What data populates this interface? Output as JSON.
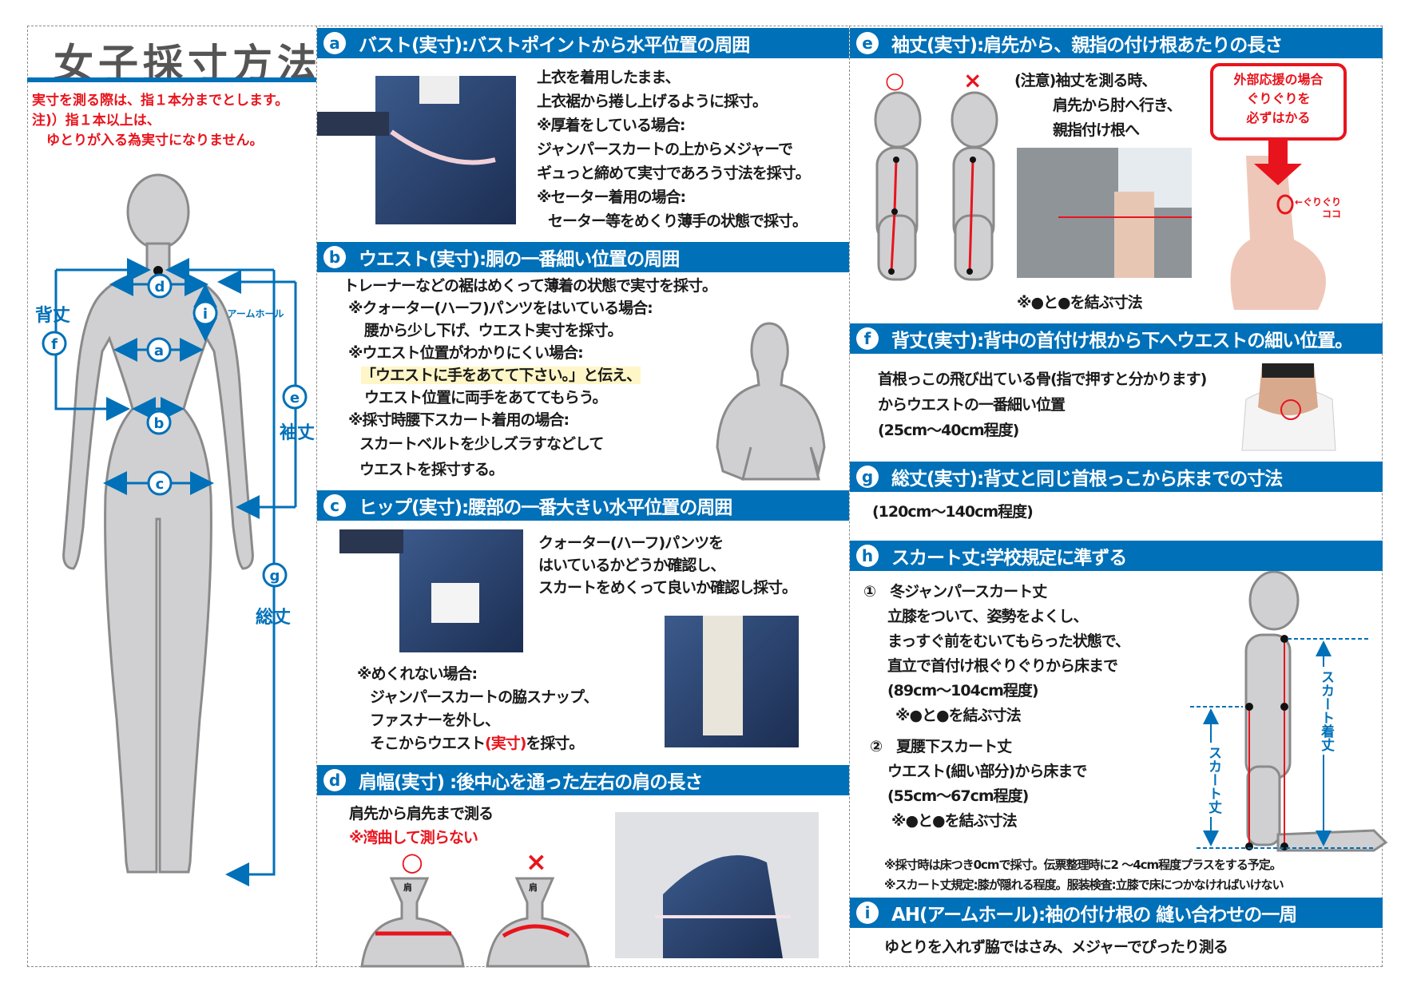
{
  "title": "女子採寸方法",
  "notice": [
    "実寸を測る際は、指１本分までとします。",
    "注)）指１本以上は、",
    "ゆとりが入る為実寸になりません。"
  ],
  "figure_labels": {
    "a": "a",
    "b": "b",
    "c": "c",
    "d": "d",
    "e": "e",
    "f": "f",
    "g": "g",
    "i": "i",
    "armhole": "アームホール",
    "back_length": "背丈",
    "sleeve_length": "袖丈",
    "total_length": "総丈"
  },
  "colors": {
    "accent": "#0070b8",
    "warning": "#e8141d",
    "figure": "#d0d0d2"
  },
  "sections": {
    "a": {
      "badge": "a",
      "title": "バスト(実寸):バストポイントから水平位置の周囲",
      "lines": [
        "上衣を着用したまま、",
        "上衣裾から捲し上げるように採寸。",
        "※厚着をしている場合:",
        "ジャンパースカートの上からメジャーで",
        "ギュっと締めて実寸であろう寸法を採寸。",
        "※セーター着用の場合:",
        "セーター等をめくり薄手の状態で採寸。"
      ]
    },
    "b": {
      "badge": "b",
      "title": "ウエスト(実寸):胴の一番細い位置の周囲",
      "lines": [
        "トレーナーなどの裾はめくって薄着の状態で実寸を採寸。",
        "※クォーター(ハーフ)パンツをはいている場合:",
        "腰から少し下げ、ウエスト実寸を採寸。",
        "※ウエスト位置がわかりにくい場合:",
        "「ウエストに手をあてて下さい。」と伝え、",
        "ウエスト位置に両手をあててもらう。",
        "※採寸時腰下スカート着用の場合:",
        "スカートベルトを少しズラすなどして",
        "ウエストを採寸する。"
      ]
    },
    "c": {
      "badge": "c",
      "title": "ヒップ(実寸):腰部の一番大きい水平位置の周囲",
      "lines": [
        "クォーター(ハーフ)パンツを",
        "はいているかどうか確認し、",
        "スカートをめくって良いか確認し採寸。"
      ],
      "lines2": [
        "※めくれない場合:",
        "ジャンパースカートの脇スナップ、",
        "ファスナーを外し、",
        "そこからウエスト"
      ],
      "emph": "(実寸)",
      "after_emph": "を採寸。"
    },
    "d": {
      "badge": "d",
      "title": "肩幅(実寸) :後中心を通った左右の肩の長さ",
      "line": "肩先から肩先まで測る",
      "warning": "※湾曲して測らない",
      "ok_mark": "○",
      "ng_mark": "×",
      "neck_label": "肩"
    },
    "e": {
      "badge": "e",
      "title": "袖丈(実寸):肩先から、親指の付け根あたりの長さ",
      "lines": [
        "(注意)袖丈を測る時、",
        "肩先から肘へ行き、",
        "親指付け根へ"
      ],
      "note": "※●と●を結ぶ寸法",
      "ok_mark": "○",
      "ng_mark": "×",
      "callout": [
        "外部応援の場合",
        "ぐりぐりを",
        "必ずはかる"
      ],
      "pointer": [
        "←ぐりぐり",
        "ココ"
      ]
    },
    "f": {
      "badge": "f",
      "title": "背丈(実寸):背中の首付け根から下へウエストの細い位置。",
      "lines": [
        "首根っこの飛び出ている骨(指で押すと分かります)",
        "からウエストの一番細い位置",
        "(25cm～40cm程度)"
      ]
    },
    "g": {
      "badge": "g",
      "title": "総丈(実寸):背丈と同じ首根っこから床までの寸法",
      "line": "(120cm～140cm程度)"
    },
    "h": {
      "badge": "h",
      "title": "スカート丈:学校規定に準ずる",
      "item1": {
        "heading": "①　冬ジャンパースカート丈",
        "lines": [
          "立膝をついて、姿勢をよくし、",
          "まっすぐ前をむいてもらった状態で、",
          "直立で首付け根ぐりぐりから床まで",
          "(89cm～104cm程度)"
        ],
        "note": "※●と●を結ぶ寸法"
      },
      "item2": {
        "heading": "②　夏腰下スカート丈",
        "lines": [
          "ウエスト(細い部分)から床まで",
          "(55cm～67cm程度)"
        ],
        "note": "※●と●を結ぶ寸法"
      },
      "dim_full": "スカート着丈",
      "dim_skirt": "スカート丈",
      "notes": [
        "※採寸時は床つき0cmで採寸。伝票整理時に2 ～4cm程度プラスをする予定。",
        "※スカート丈規定:膝が隠れる程度。服装検査:立膝で床につかなければいけない"
      ]
    },
    "i": {
      "badge": "i",
      "title": "AH(アームホール):袖の付け根の 縫い合わせの一周",
      "line": "ゆとりを入れず脇ではさみ、メジャーでぴったり測る"
    }
  }
}
